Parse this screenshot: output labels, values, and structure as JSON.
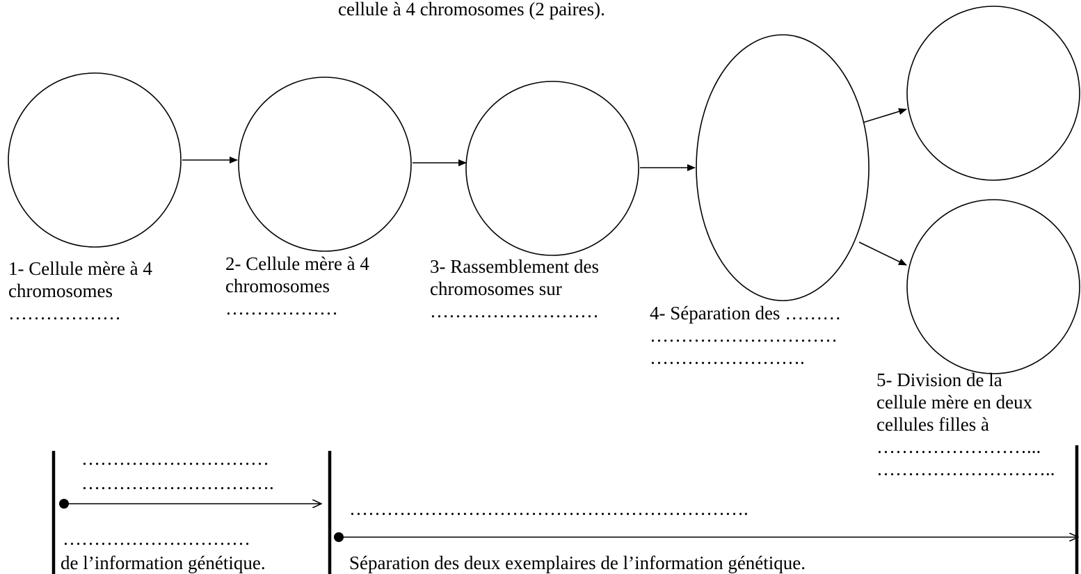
{
  "header": {
    "caption": "cellule à 4 chromosomes (2 paires)."
  },
  "stages": [
    {
      "id": 1,
      "lines": [
        "1- Cellule mère à 4",
        "chromosomes",
        "………………"
      ]
    },
    {
      "id": 2,
      "lines": [
        "2- Cellule mère à 4",
        "chromosomes",
        "………………"
      ]
    },
    {
      "id": 3,
      "lines": [
        "3- Rassemblement des",
        "chromosomes sur",
        "………………………"
      ]
    },
    {
      "id": 4,
      "lines": [
        "4- Séparation des ………",
        "…………………………",
        "……………………."
      ]
    },
    {
      "id": 5,
      "lines": [
        "5- Division de la",
        "cellule mère en deux",
        "cellules filles à",
        "……………………...",
        "……………………….."
      ]
    }
  ],
  "timeline": {
    "phase1": {
      "blank_line_1": "…………………………",
      "blank_line_2": "………………………….",
      "blank_line_3": "…………………………",
      "label_end": "de l’information génétique."
    },
    "phase2": {
      "blank_line": "……………………………………………………….",
      "label": "Séparation des deux exemplaires de l’information génétique."
    }
  },
  "colors": {
    "stroke": "#000000",
    "background": "#ffffff"
  }
}
